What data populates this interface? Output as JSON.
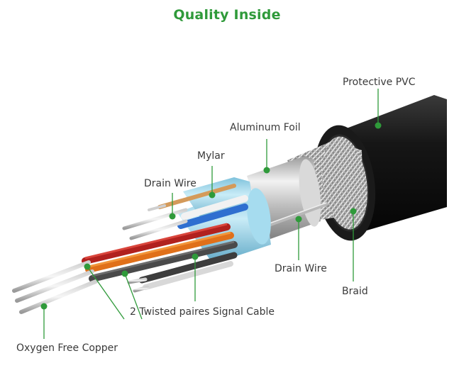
{
  "title": "Quality Inside",
  "colors": {
    "title": "#2f9a3a",
    "callout": "#2f9a3a",
    "jacket": "#121212"
  },
  "labels": {
    "protective_pvc": "Protective PVC",
    "aluminum_foil": "Aluminum Foil",
    "mylar": "Mylar",
    "drain_wire_top": "Drain Wire",
    "drain_wire_right": "Drain Wire",
    "braid": "Braid",
    "twisted_pairs": "2 Twisted paires Signal Cable",
    "copper": "Oxygen Free Copper"
  }
}
